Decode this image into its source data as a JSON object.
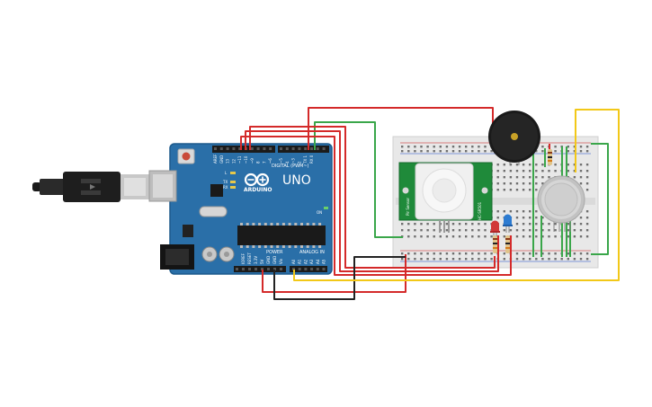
{
  "arduino": {
    "brand": "ARDUINO",
    "model": "UNO",
    "digital_header": "DIGITAL (PWM~)",
    "power_header": "POWER",
    "analog_header": "ANALOG IN",
    "tx_label": "TX",
    "rx_label": "RX",
    "l_label": "L",
    "on_label": "ON",
    "aref_label": "AREF",
    "gnd_label": "GND",
    "digital_pins": [
      "13",
      "12",
      "~11",
      "~10",
      "~9",
      "8",
      "7",
      "~6",
      "~5",
      "4",
      "~3",
      "2",
      "TX 1",
      "RX 0"
    ],
    "power_pins": [
      "IOREF",
      "RESET",
      "3.3V",
      "5V",
      "GND",
      "GND",
      "Vin"
    ],
    "analog_pins": [
      "A0",
      "A1",
      "A2",
      "A3",
      "A4",
      "A5"
    ]
  },
  "pir": {
    "left_label": "Pir Sensor",
    "right_label": "HC-SR501"
  },
  "colors": {
    "board": "#2a6fa8",
    "board_edge": "#1d5a8c",
    "wire_red": "#d42a2a",
    "wire_green": "#3aa64a",
    "wire_black": "#222222",
    "wire_yellow": "#f2c818",
    "breadboard": "#e8e8e8",
    "pir_pcb": "#1f8a3a",
    "buzzer": "#1a1a1a"
  }
}
